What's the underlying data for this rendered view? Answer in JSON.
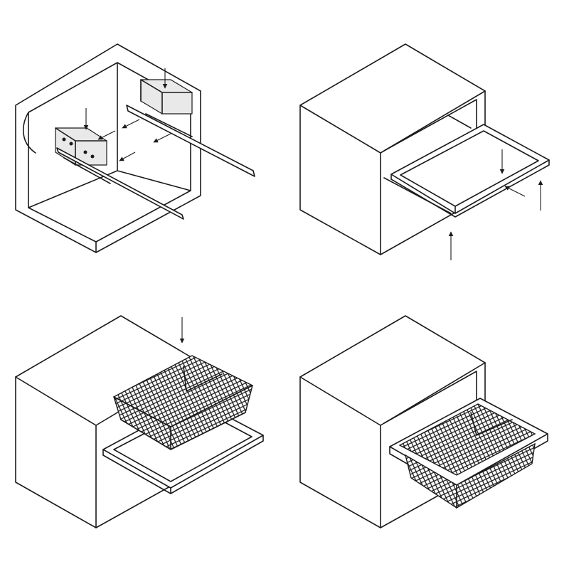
{
  "figure": {
    "panels": [
      {
        "id": "step-1",
        "content": "slide-rails-and-brackets-mounted-inside-cabinet"
      },
      {
        "id": "step-2",
        "content": "frame-tray-attached-to-rails"
      },
      {
        "id": "step-3",
        "content": "wire-basket-lowered-into-frame"
      },
      {
        "id": "step-4",
        "content": "basket-seated-in-frame-assembled"
      }
    ]
  },
  "colors": {
    "line": "#1a1a1a",
    "background": "#ffffff",
    "shade": "#e9e9e9"
  }
}
